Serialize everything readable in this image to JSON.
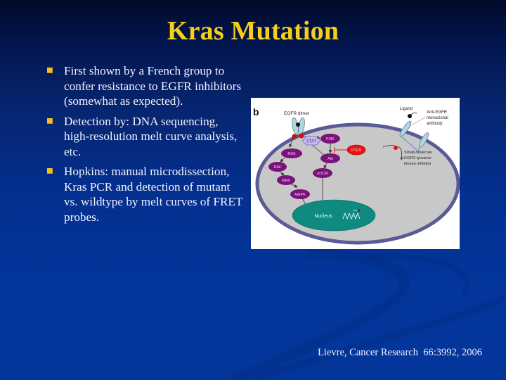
{
  "slide": {
    "title": "Kras Mutation",
    "bullets": [
      {
        "text": "First shown by a French group to confer resistance to EGFR inhibitors (somewhat as expected)."
      },
      {
        "text": "Detection by: DNA sequencing, high-resolution melt curve analysis, etc."
      },
      {
        "text": "Hopkins: manual microdissection, Kras PCR and detection of mutant vs. wildtype by melt curves of FRET probes."
      }
    ],
    "citation": "Lievre, Cancer Research  66:3992, 2006",
    "colors": {
      "title": "#f5cf1a",
      "bullet_marker": "#f2c21c",
      "body_text": "#f2f4fb",
      "background_top": "#010a2a",
      "background_bottom": "#03359b"
    }
  },
  "figure": {
    "panel_label": "b",
    "labels": {
      "egfr_dimer": "EGFR dimer",
      "ligand": "Ligand",
      "anti_egfr_1": "Anti-EGFR",
      "anti_egfr_2": "monoclonal",
      "anti_egfr_3": "antibody",
      "tki_1": "Small-molecule",
      "tki_2": "EGFR tyrosine-",
      "tki_3": "kinase inhibitor",
      "nucleus": "Nucleus"
    },
    "nodes": {
      "stat": "STAT",
      "pi3k": "PI3K",
      "pten": "PTEN",
      "ras": "RAS",
      "akt": "Akt",
      "raf": "RAF",
      "mtor": "mTOR",
      "mek": "MEK",
      "mapk": "MAPK"
    },
    "colors": {
      "cell": "#c8c8c8",
      "membrane": "#5a5a96",
      "kinase_node": "#7a127a",
      "pten": "#ee1111",
      "stat": "#c9b7ef",
      "nucleus": "#0e8a80",
      "receptor": "#a8d8e0"
    }
  }
}
